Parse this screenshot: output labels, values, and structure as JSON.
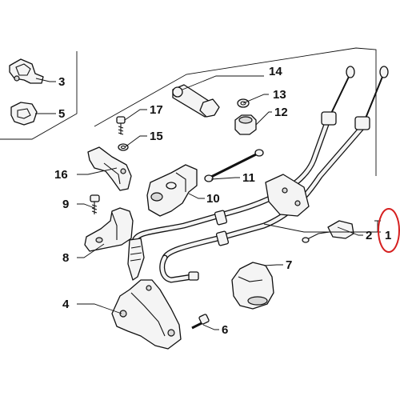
{
  "callouts": {
    "c1": "1",
    "c2": "2",
    "c3": "3",
    "c4": "4",
    "c5": "5",
    "c6": "6",
    "c7": "7",
    "c8": "8",
    "c9": "9",
    "c10": "10",
    "c11": "11",
    "c12": "12",
    "c13": "13",
    "c14": "14",
    "c15": "15",
    "c16": "16",
    "c17": "17"
  },
  "colors": {
    "line": "#111111",
    "part_fill": "#f4f4f4",
    "highlight": "#d62020"
  },
  "highlighted_callout": "1"
}
